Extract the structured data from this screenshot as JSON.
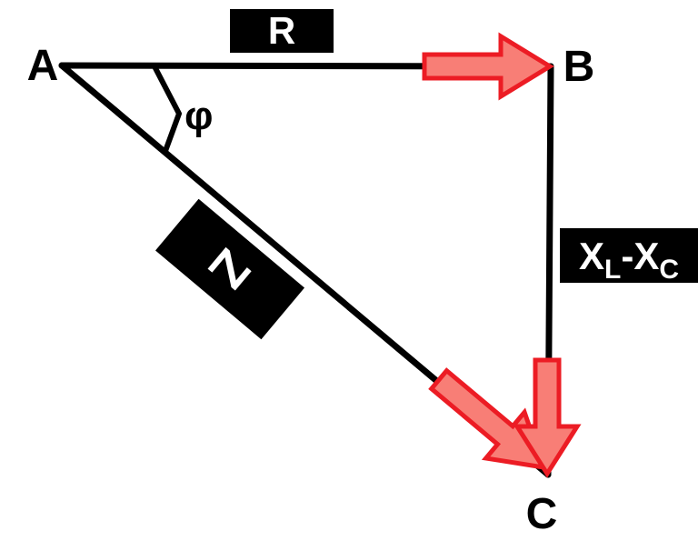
{
  "diagram": {
    "vertex_a": "A",
    "vertex_b": "B",
    "vertex_c": "C",
    "angle_label": "φ",
    "label_r": "R",
    "label_z": "Z",
    "label_x": {
      "x1": "X",
      "sub1": "L",
      "minus_x2": "-X",
      "sub2": "C"
    },
    "colors": {
      "line": "#000000",
      "label_box_bg": "#000000",
      "label_text": "#ffffff",
      "arrow_fill": "#f87e76",
      "arrow_outline": "#ec1c24"
    }
  }
}
